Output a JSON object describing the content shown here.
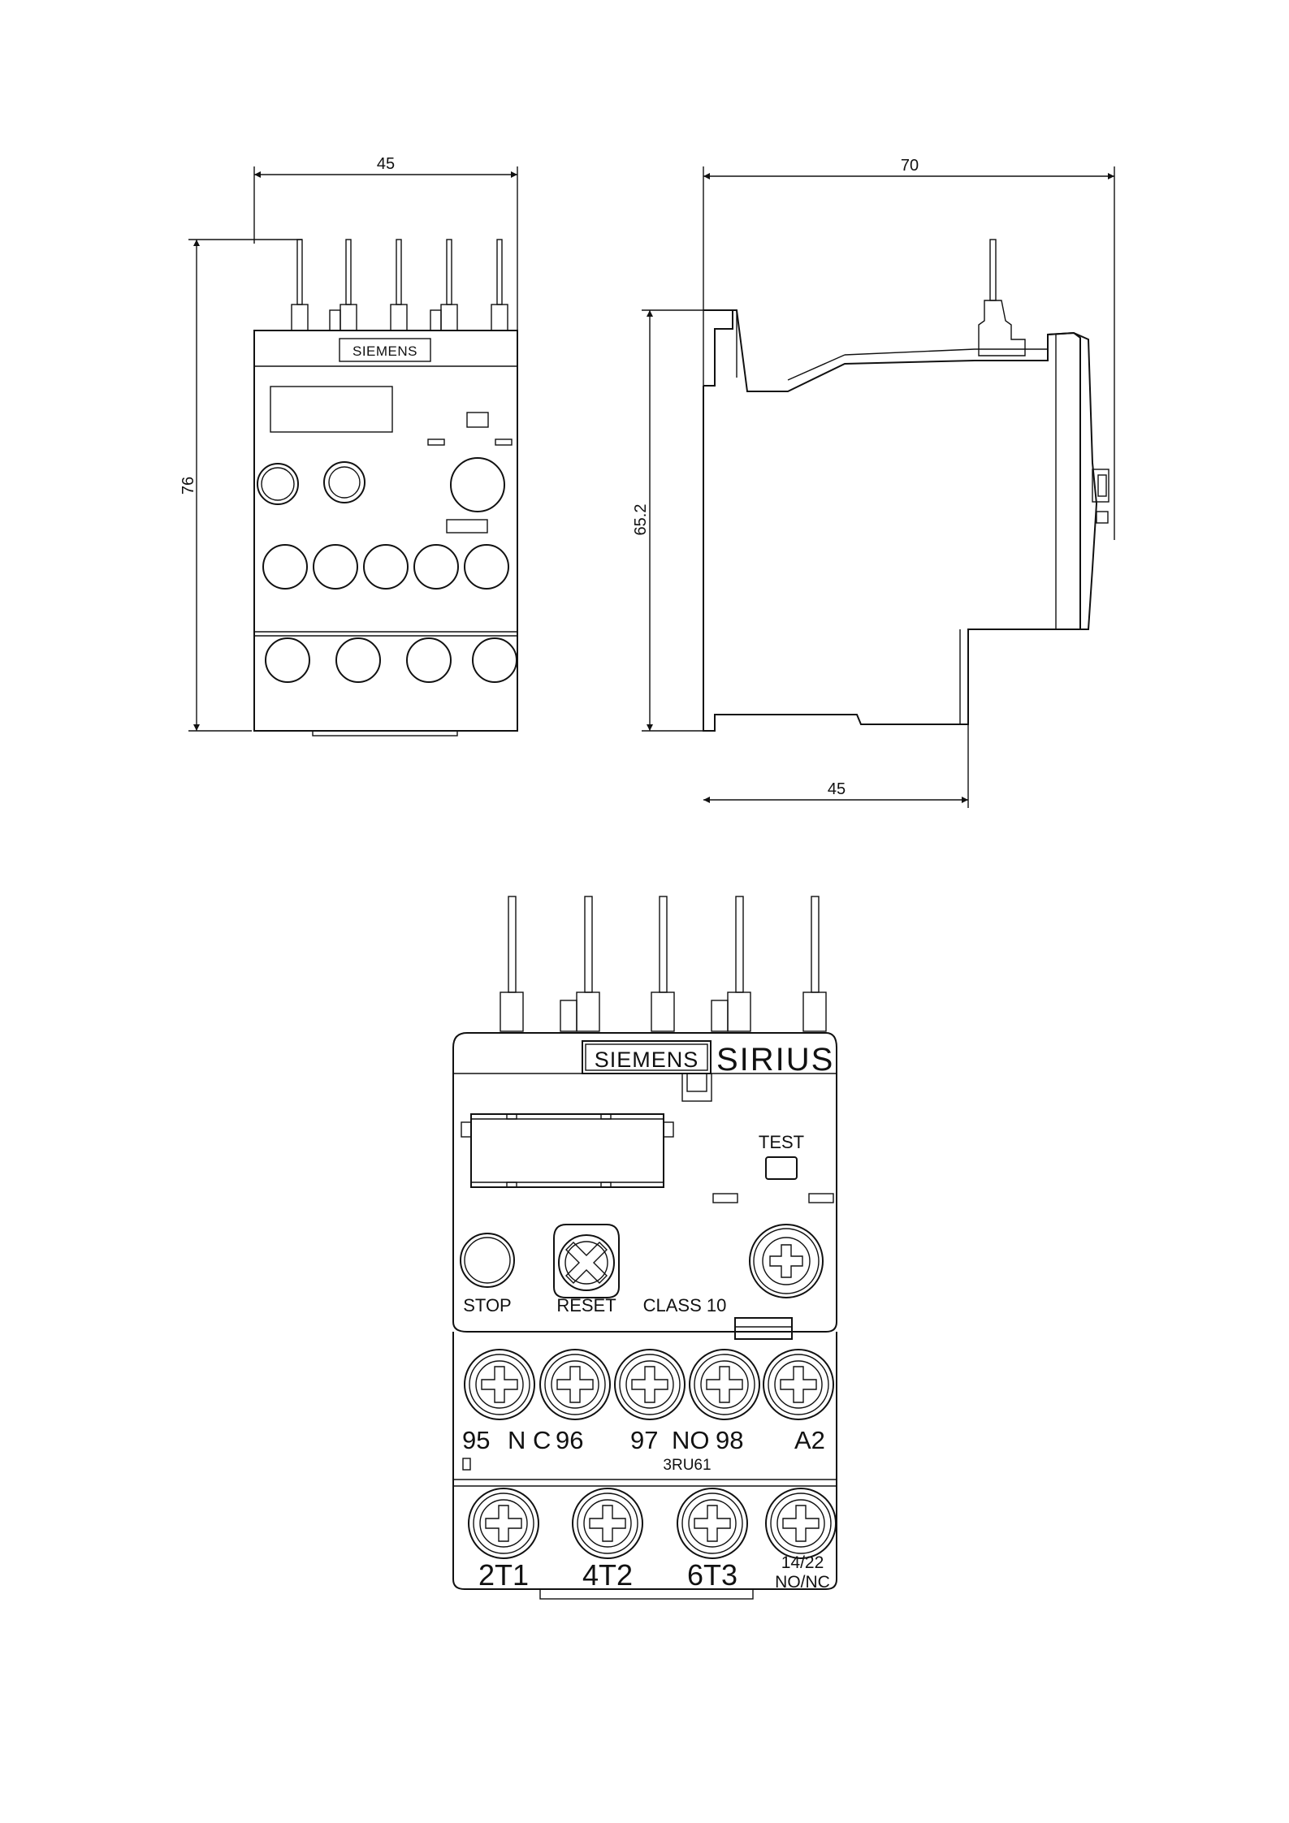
{
  "dimensions": {
    "front_width": "45",
    "front_height": "76",
    "side_depth": "70",
    "side_height": "65.2",
    "side_bottom_width": "45"
  },
  "brand": {
    "logo": "SIEMENS",
    "product_line": "SIRIUS"
  },
  "front_labels": {
    "test": "TEST",
    "stop": "STOP",
    "reset": "RESET",
    "class": "CLASS 10",
    "t95": "95",
    "nc": "N C",
    "t96": "96",
    "t97": "97",
    "no": "NO",
    "t98": "98",
    "a2": "A2",
    "model": "3RU61",
    "t2t1": "2T1",
    "t4t2": "4T2",
    "t6t3": "6T3",
    "aux_top": "14/22",
    "aux_bottom": "NO/NC"
  },
  "colors": {
    "line": "#111111",
    "background": "#ffffff"
  }
}
